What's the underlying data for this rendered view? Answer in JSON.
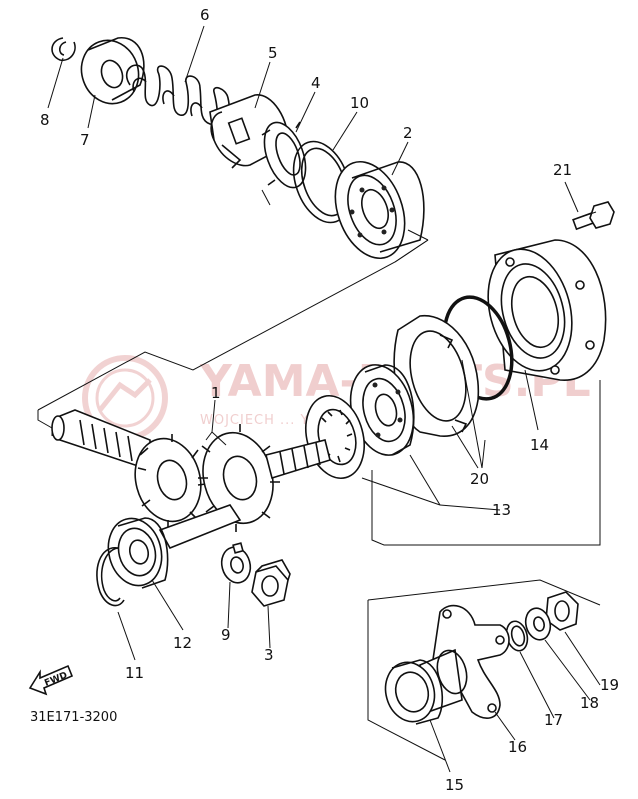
{
  "watermark": {
    "title": "YAMA-PARTS.PL",
    "subtitle": "WOJCIECH ... YAMAHA"
  },
  "diagram_code": "31E171-3200",
  "fwd_label": "FWD",
  "callouts": {
    "p1": "1",
    "p2": "2",
    "p3": "3",
    "p4": "4",
    "p5": "5",
    "p6": "6",
    "p7": "7",
    "p8": "8",
    "p9": "9",
    "p10": "10",
    "p11": "11",
    "p12": "12",
    "p13": "13",
    "p14": "14",
    "p15": "15",
    "p16": "16",
    "p17": "17",
    "p18": "18",
    "p19": "19",
    "p20": "20",
    "p21": "21"
  },
  "colors": {
    "line": "#111111",
    "watermark": "#e5a7a7"
  }
}
